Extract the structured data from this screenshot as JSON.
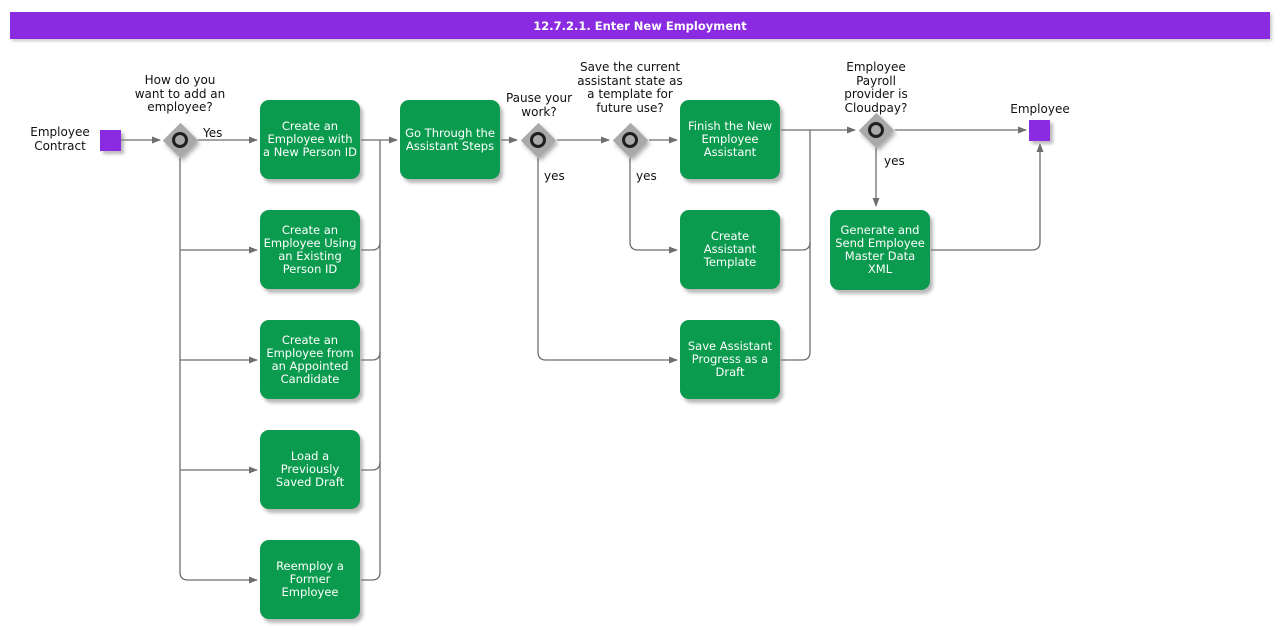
{
  "title_bar": {
    "text": "12.7.2.1. Enter New Employment"
  },
  "colors": {
    "title_background": "#8a2be2",
    "activity_fill": "#0a9b4e",
    "activity_text": "#ffffff",
    "event_fill": "#8a2be2",
    "decision_fill": "#a9a9a9",
    "decision_ring": "#1f1f1f",
    "connector": "#6e6e6e",
    "label_text": "#111111"
  },
  "events": {
    "start": {
      "label": "Employee Contract"
    },
    "end": {
      "label": "Employee"
    }
  },
  "decisions": {
    "add_employee": {
      "question": "How do you want to add an employee?",
      "yes_label": "Yes"
    },
    "pause_work": {
      "question": "Pause your work?",
      "yes_label": "yes"
    },
    "save_template": {
      "question": "Save the current assistant state as a template for future use?",
      "yes_label": "yes"
    },
    "payroll_cloudpay": {
      "question": "Employee Payroll provider is Cloudpay?",
      "yes_label": "yes"
    }
  },
  "activities": {
    "new_person_id": {
      "label": "Create an Employee with a New Person ID"
    },
    "existing_person_id": {
      "label": "Create an Employee Using an Existing Person ID"
    },
    "appointed_candidate": {
      "label": "Create an Employee from an Appointed Candidate"
    },
    "load_draft": {
      "label": "Load a Previously Saved Draft"
    },
    "reemploy_former": {
      "label": "Reemploy a Former Employee"
    },
    "assistant_steps": {
      "label": "Go Through the Assistant Steps"
    },
    "finish_assistant": {
      "label": "Finish the New Employee Assistant"
    },
    "create_template": {
      "label": "Create Assistant Template"
    },
    "save_progress": {
      "label": "Save Assistant Progress as a Draft"
    },
    "generate_xml": {
      "label": "Generate and Send Employee Master Data XML"
    }
  }
}
